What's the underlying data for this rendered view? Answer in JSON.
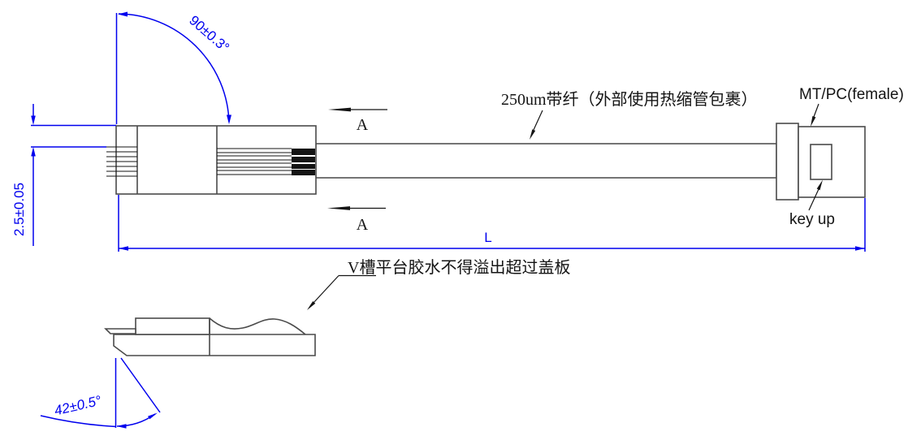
{
  "colors": {
    "dimension_blue": "#0000ee",
    "outline_gray": "#4a4a4a",
    "annotation_black": "#141414",
    "background": "#ffffff"
  },
  "dimensions": {
    "top_angle": "90±0.3°",
    "ferrule_height": "2.5±0.05",
    "total_length": "L",
    "bottom_angle": "42±0.5°"
  },
  "section": {
    "marker": "A"
  },
  "notes": {
    "fiber": "250um带纤（外部使用热缩管包裹）",
    "connector": "MT/PC(female)",
    "key": "key up",
    "glue": "V槽平台胶水不得溢出超过盖板"
  }
}
